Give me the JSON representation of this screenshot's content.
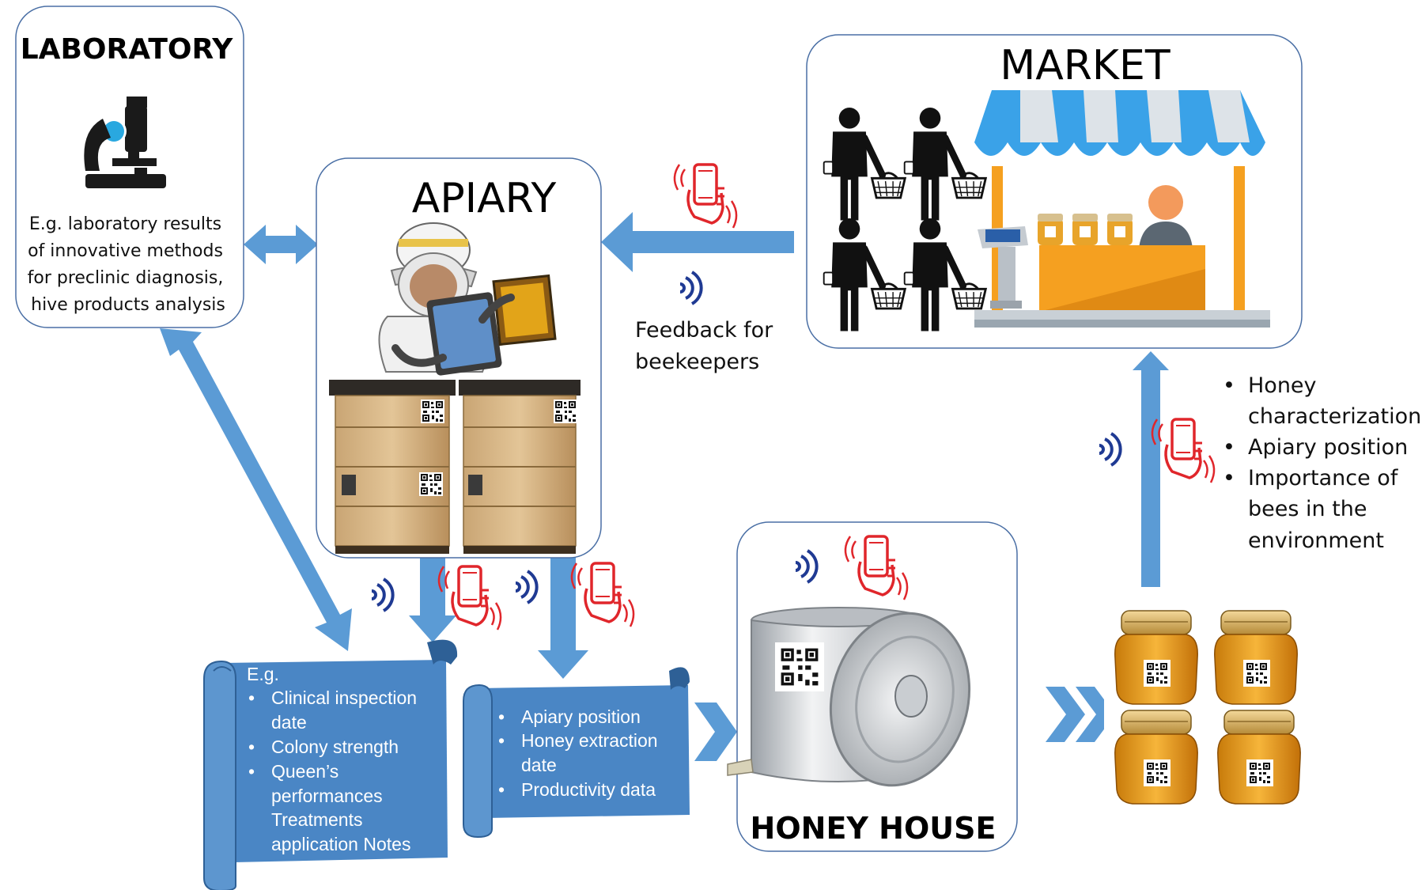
{
  "laboratory": {
    "title": "LABORATORY",
    "lines": [
      "E.g. laboratory results",
      "of innovative methods",
      "for preclinic diagnosis,",
      "hive products analysis"
    ]
  },
  "apiary": {
    "title": "APIARY"
  },
  "market": {
    "title": "MARKET"
  },
  "honey_house": {
    "title": "HONEY HOUSE"
  },
  "feedback": {
    "lines": [
      "Feedback for",
      "beekeepers"
    ]
  },
  "market_info": {
    "items": [
      [
        "Honey",
        "characterization"
      ],
      [
        "Apiary position"
      ],
      [
        "Importance of",
        "bees in the",
        "environment"
      ]
    ]
  },
  "scroll_left": {
    "lines": [
      "E.g.",
      "Clinical inspection",
      "date",
      "Colony strength",
      "Queen’s",
      "performances",
      "Treatments",
      "application Notes"
    ]
  },
  "scroll_middle": {
    "lines": [
      "Apiary position",
      "Honey extraction",
      "date",
      "Productivity data"
    ]
  },
  "colors": {
    "arrow_blue": "#5b9bd5",
    "scroll_blue": "#4a86c5",
    "signal_blue": "#1f3a93",
    "phone_red": "#e0262b",
    "awning_blue": "#3aa2e8",
    "counter_orange": "#f5a020"
  },
  "icons": [
    "microscope-icon",
    "beekeeper-icon",
    "beehive-icon",
    "qr-code-icon",
    "phone-icon",
    "signal-waves-icon",
    "shopper-icon",
    "market-stall-icon",
    "honey-tank-icon",
    "honey-jar-icon",
    "double-chevron-icon"
  ]
}
